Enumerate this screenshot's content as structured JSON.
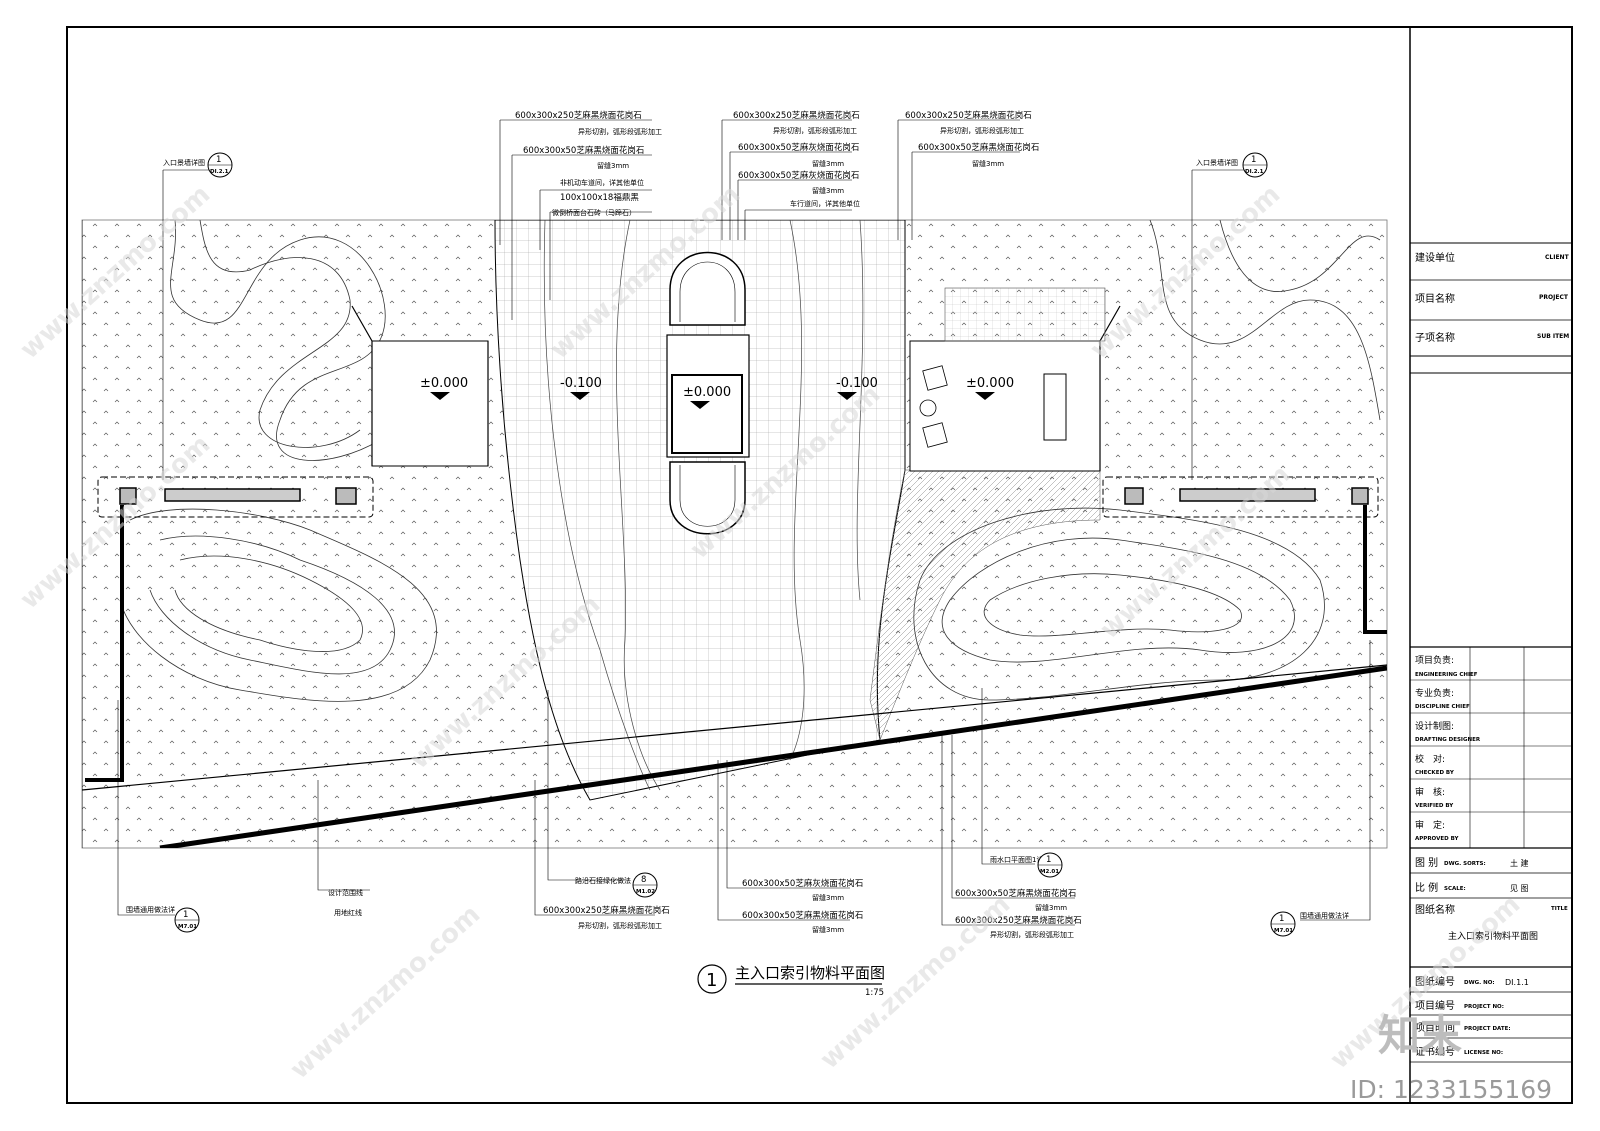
{
  "plan": {
    "levels": [
      "±0.000",
      "-0.100",
      "±0.000",
      "-0.100",
      "±0.000"
    ],
    "callouts_top": [
      {
        "l1": "600x300x250芝麻黑烧面花岗石",
        "l2": "异形切割，弧形段弧形加工"
      },
      {
        "l1": "600x300x50芝麻黑烧面花岗石",
        "l2": "留缝3mm"
      },
      {
        "l1": "非机动车道间，详其他单位"
      },
      {
        "l1": "100x100x18福鼎黑",
        "l2": "微倒桥面台石砖（马蹄石）"
      }
    ],
    "callouts_top_mid": [
      {
        "l1": "600x300x250芝麻黑烧面花岗石",
        "l2": "异形切割，弧形段弧形加工"
      },
      {
        "l1": "600x300x50芝麻灰烧面花岗石",
        "l2": "留缝3mm"
      },
      {
        "l1": "600x300x50芝麻灰烧面花岗石",
        "l2": "留缝3mm"
      },
      {
        "l1": "车行道间，详其他单位"
      }
    ],
    "callouts_top_right": [
      {
        "l1": "600x300x250芝麻黑烧面花岗石",
        "l2": "异形切割，弧形段弧形加工"
      },
      {
        "l1": "600x300x50芝麻黑烧面花岗石",
        "l2": "留缝3mm"
      }
    ],
    "entry_wall_left": "入口景墙详图",
    "entry_wall_right": "入口景墙详图",
    "ref_sheet_top": "DI.2.1",
    "bottom_labels": {
      "wall_detail_left": "围墙通用做法详",
      "red_line_design": "设计范围线",
      "red_line_land": "用地红线",
      "curb": "路沿石接绿化做法",
      "drain": "雨水口平面图1详",
      "wall_detail_right": "围墙通用做法详"
    },
    "bottom_mid": [
      {
        "l1": "600x300x50芝麻灰烧面花岗石",
        "l2": "留缝3mm"
      },
      {
        "l1": "600x300x50芝麻黑烧面花岗石",
        "l2": "留缝3mm"
      }
    ],
    "bottom_left_mat": {
      "l1": "600x300x250芝麻黑烧面花岗石",
      "l2": "异形切割，弧形段弧形加工"
    },
    "bottom_right_mat": [
      {
        "l1": "600x300x50芝麻黑烧面花岗石",
        "l2": "留缝3mm"
      },
      {
        "l1": "600x300x250芝麻黑烧面花岗石",
        "l2": "异形切割，弧形段弧形加工"
      }
    ],
    "markers": {
      "circle_1": "1",
      "ref_di21": "DI.2.1",
      "ref_8": "8",
      "ref_m102": "M1.02",
      "ref_m201": "M2.01",
      "ref_m701a": "M7.01",
      "ref_m701b": "M7.01"
    },
    "title_number": "1",
    "title": "主入口索引物料平面图",
    "scale": "1:75"
  },
  "title_block": {
    "client_cn": "建设单位",
    "client_en": "CLIENT",
    "project_cn": "项目名称",
    "project_en": "PROJECT",
    "subitem_cn": "子项名称",
    "subitem_en": "SUB ITEM",
    "signoffs": [
      {
        "cn": "项目负责:",
        "en": "ENGINEERING CHIEF"
      },
      {
        "cn": "专业负责:",
        "en": "DISCIPLINE CHIEF"
      },
      {
        "cn": "设计制图:",
        "en": "DRAFTING DESIGNER"
      },
      {
        "cn": "校　对:",
        "en": "CHECKED BY"
      },
      {
        "cn": "审　核:",
        "en": "VERIFIED BY"
      },
      {
        "cn": "审　定:",
        "en": "APPROVED BY"
      }
    ],
    "dwg_sorts_cn": "图 别",
    "dwg_sorts_en": "DWG. SORTS:",
    "dwg_sorts_val": "土 建",
    "scale_cn": "比 例",
    "scale_en": "SCALE:",
    "scale_val": "见 图",
    "title_cn": "图纸名称",
    "title_en": "TITLE",
    "title_val": "主入口索引物料平面图",
    "dwg_no_cn": "图纸编号",
    "dwg_no_en": "DWG. NO:",
    "dwg_no_val": "DI.1.1",
    "proj_no_cn": "项目编号",
    "proj_no_en": "PROJECT NO:",
    "proj_date_cn": "项目时间",
    "proj_date_en": "PROJECT DATE:",
    "license_cn": "证书编号",
    "license_en": "LICENSE NO:"
  },
  "watermark": {
    "site": "www.znzmo.com",
    "brand_cn": "知末",
    "id": "ID: 1233155169"
  }
}
